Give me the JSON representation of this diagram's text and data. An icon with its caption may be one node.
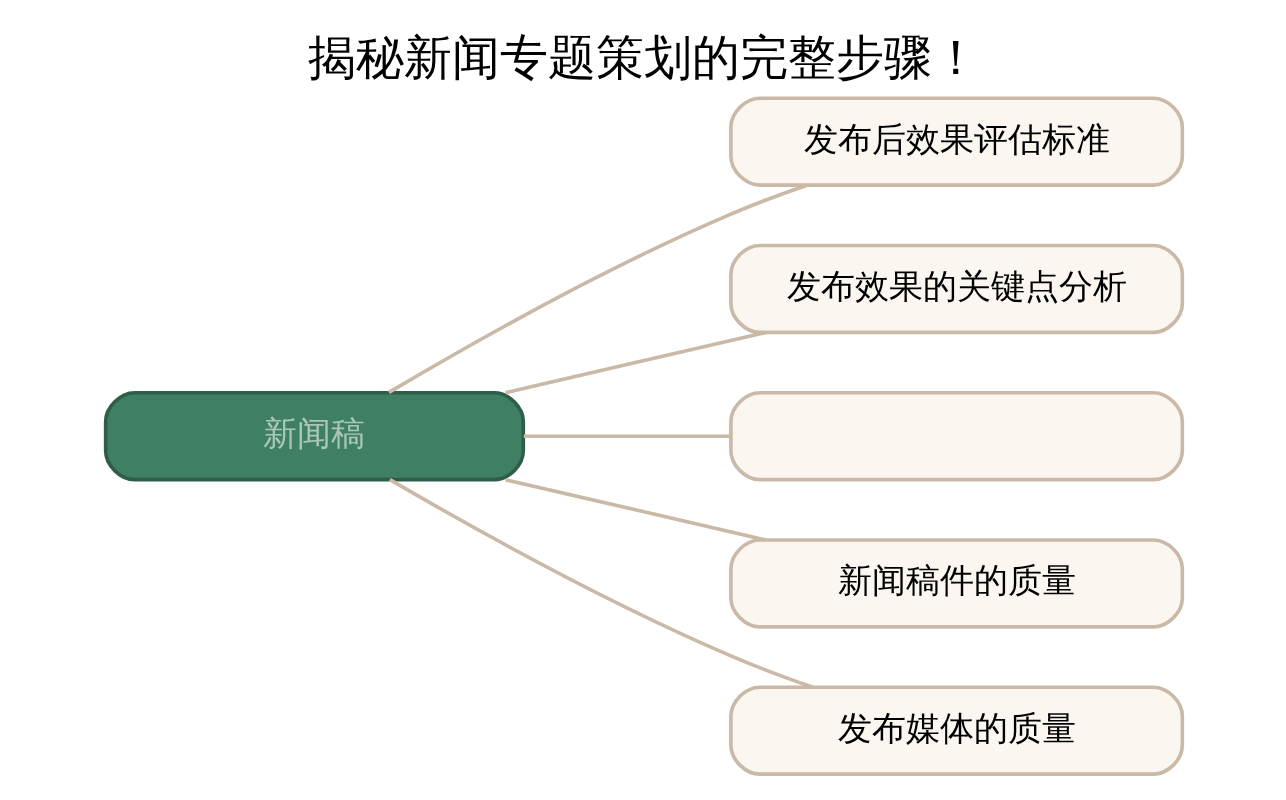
{
  "diagram": {
    "title": "揭秘新闻专题策划的完整步骤！",
    "nodes": [
      {
        "text": [
          "新闻稿"
        ]
      },
      {
        "text": [
          "发布后效果评估标准"
        ]
      },
      {
        "text": [
          "发布效果的关键点分析"
        ]
      },
      {
        "text": [],
        "shape": "box"
      },
      {
        "text": [
          "新闻稿件的质量"
        ]
      },
      {
        "text": [
          "发布媒体的质量"
        ]
      }
    ],
    "edges": [
      {
        "from": 0,
        "to": 1,
        "arrow": "none"
      },
      {
        "from": 0,
        "to": 2,
        "arrow": "none"
      },
      {
        "from": 0,
        "to": 3,
        "arrow": "none"
      },
      {
        "from": 0,
        "to": 4,
        "arrow": "none"
      },
      {
        "from": 0,
        "to": 5,
        "arrow": "none"
      }
    ]
  }
}
